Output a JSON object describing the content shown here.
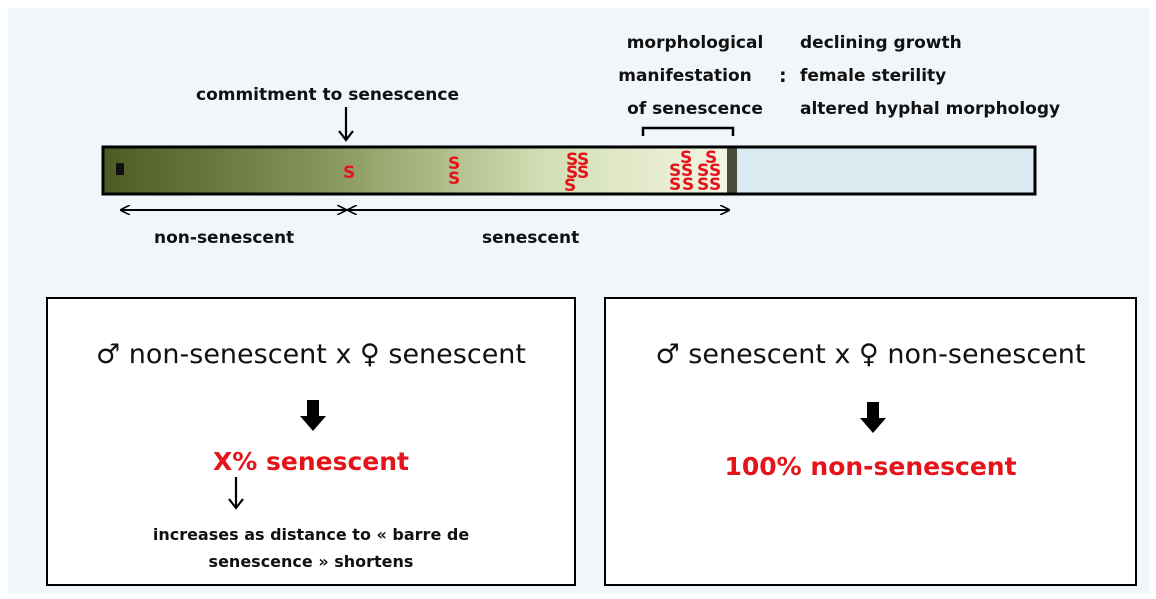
{
  "timeline": {
    "commitment_label": "commitment to senescence",
    "morph_line1": "morphological",
    "morph_line2": "manifestation",
    "morph_line3": "of senescence",
    "colon": ":",
    "effects": [
      "declining growth",
      "female sterility",
      "altered hyphal morphology"
    ],
    "phase_left": "non-senescent",
    "phase_right": "senescent",
    "marker_glyph": "S",
    "colors": {
      "bar_dark": "#4d5a24",
      "bar_light": "#eef3dc",
      "bar_after": "#d9ebf1",
      "marker": "#e5141b"
    }
  },
  "crosses": [
    {
      "cross": "♂ non-senescent x ♀ senescent",
      "result": "X% senescent",
      "note_line1": "increases as distance to « barre de",
      "note_line2": "senescence » shortens"
    },
    {
      "cross": "♂ senescent x ♀ non-senescent",
      "result": "100% non-senescent"
    }
  ]
}
